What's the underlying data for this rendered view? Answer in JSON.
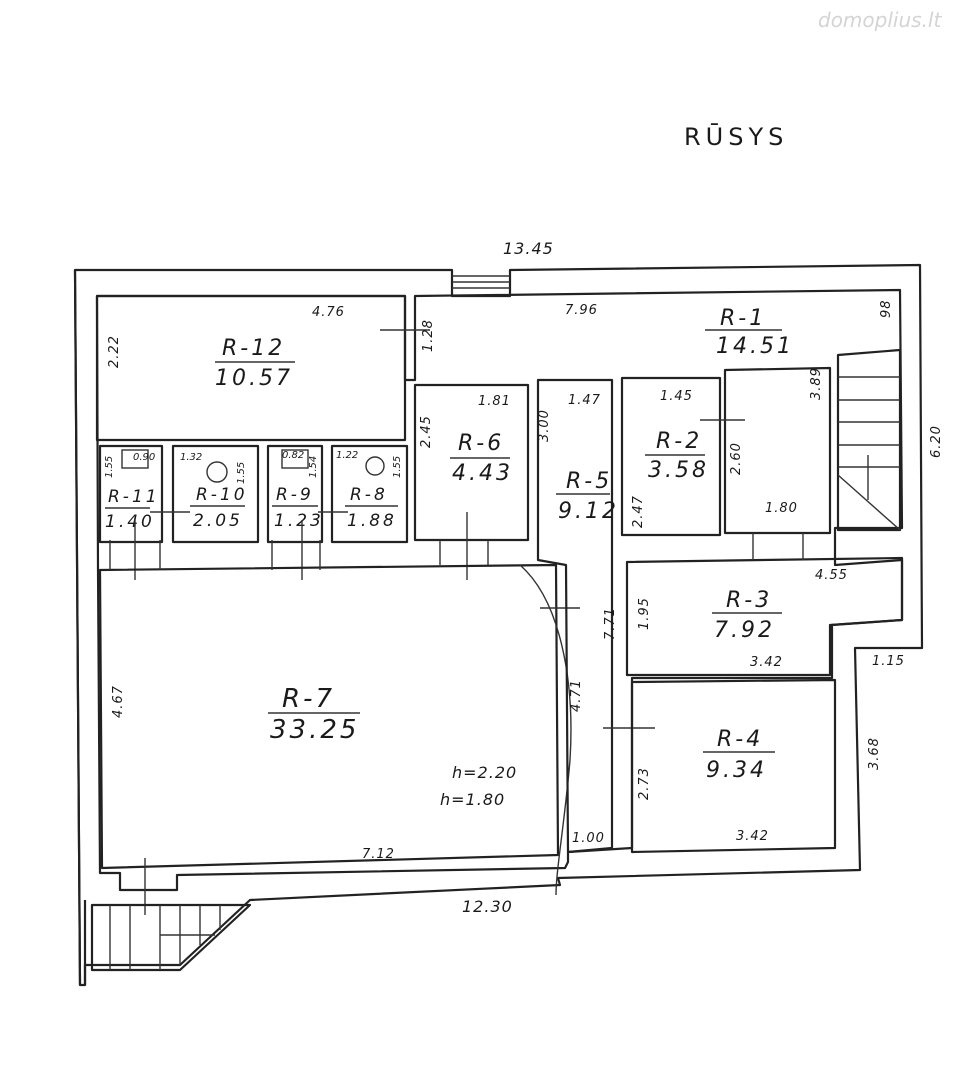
{
  "watermark": "domoplius.lt",
  "title": "RŪSYS",
  "rooms": [
    {
      "id": "r1",
      "label": "R-1",
      "area": "14.51"
    },
    {
      "id": "r2",
      "label": "R-2",
      "area": "3.58"
    },
    {
      "id": "r3",
      "label": "R-3",
      "area": "7.92"
    },
    {
      "id": "r4",
      "label": "R-4",
      "area": "9.34"
    },
    {
      "id": "r5",
      "label": "R-5",
      "area": "9.12"
    },
    {
      "id": "r6",
      "label": "R-6",
      "area": "4.43"
    },
    {
      "id": "r7",
      "label": "R-7",
      "area": "33.25"
    },
    {
      "id": "r8",
      "label": "R-8",
      "area": "1.88"
    },
    {
      "id": "r9",
      "label": "R-9",
      "area": "1.23"
    },
    {
      "id": "r10",
      "label": "R-10",
      "area": "2.05"
    },
    {
      "id": "r11",
      "label": "R-11",
      "area": "1.40"
    },
    {
      "id": "r12",
      "label": "R-12",
      "area": "10.57"
    }
  ],
  "heights": {
    "h1": "h=2.20",
    "h2": "h=1.80"
  },
  "dimensions": {
    "d_13_45": "13.45",
    "d_12_30": "12.30",
    "d_6_20": "6.20",
    "d_3_68": "3.68",
    "d_1_15": "1.15",
    "d_7_96": "7.96",
    "d_0_98": "98",
    "d_3_89": "3.89",
    "d_4_76": "4.76",
    "d_2_22": "2.22",
    "d_1_28": "1.28",
    "d_1_81": "1.81",
    "d_2_45": "2.45",
    "d_3_00": "3.00",
    "d_1_47": "1.47",
    "d_1_45": "1.45",
    "d_2_60": "2.60",
    "d_2_47": "2.47",
    "d_1_80": "1.80",
    "d_4_55": "4.55",
    "d_1_95": "1.95",
    "d_3_42a": "3.42",
    "d_7_71": "7.71",
    "d_4_71": "4.71",
    "d_2_73": "2.73",
    "d_3_42b": "3.42",
    "d_1_00": "1.00",
    "d_4_67": "4.67",
    "d_7_12": "7.12",
    "d_1_32": "1.32",
    "d_1_55a": "1.55",
    "d_0_90": "0.90",
    "d_1_22": "1.22",
    "d_1_55b": "1.55",
    "d_1_55c": "1.55",
    "d_0_82": "0.82",
    "d_1_54": "1.54"
  }
}
